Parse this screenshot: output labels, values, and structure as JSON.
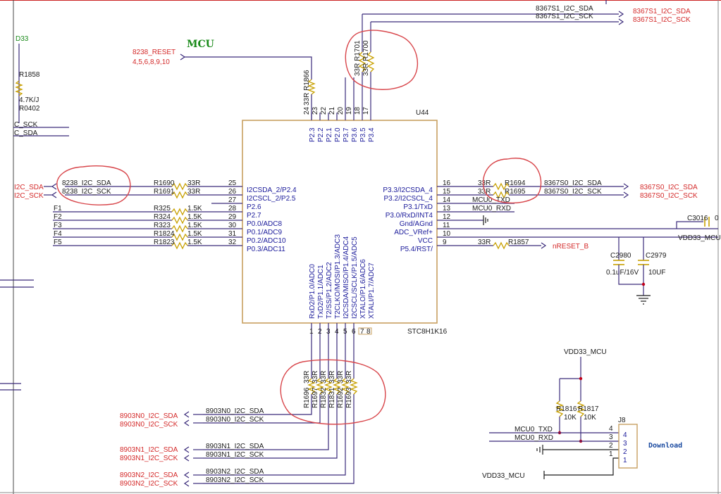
{
  "title": "MCU",
  "chip": {
    "ref": "U44",
    "part": "STC8H1K16",
    "top_pins": [
      {
        "num": "24",
        "name": "P2.3"
      },
      {
        "num": "23",
        "name": "P2.2"
      },
      {
        "num": "22",
        "name": "P2.1"
      },
      {
        "num": "21",
        "name": "P2.0"
      },
      {
        "num": "20",
        "name": "P3.7"
      },
      {
        "num": "19",
        "name": "P3.6"
      },
      {
        "num": "18",
        "name": "P3.5"
      },
      {
        "num": "17",
        "name": "P3.4"
      }
    ],
    "left_pins": [
      {
        "num": "25",
        "name": "I2CSDA_2/P2.4"
      },
      {
        "num": "26",
        "name": "I2CSCL_2/P2.5"
      },
      {
        "num": "27",
        "name": "P2.6"
      },
      {
        "num": "28",
        "name": "P2.7"
      },
      {
        "num": "29",
        "name": "P0.0/ADC8"
      },
      {
        "num": "30",
        "name": "P0.1/ADC9"
      },
      {
        "num": "31",
        "name": "P0.2/ADC10"
      },
      {
        "num": "32",
        "name": "P0.3/ADC11"
      }
    ],
    "right_pins": [
      {
        "num": "16",
        "name": "P3.3/I2CSDA_4"
      },
      {
        "num": "15",
        "name": "P3.2/I2CSCL_4"
      },
      {
        "num": "14",
        "name": "P3.1/TxD"
      },
      {
        "num": "13",
        "name": "P3.0/RxD/INT4"
      },
      {
        "num": "12",
        "name": "Gnd/AGnd"
      },
      {
        "num": "11",
        "name": "ADC_VRef+"
      },
      {
        "num": "10",
        "name": "VCC"
      },
      {
        "num": "9",
        "name": "P5.4/RST/"
      }
    ],
    "bottom_pins": [
      {
        "num": "1",
        "name": "RxD2/P1.0/ADC0"
      },
      {
        "num": "2",
        "name": "TxD2/P1.1/ADC1"
      },
      {
        "num": "3",
        "name": "T2/SS/P1.2/ADC2"
      },
      {
        "num": "4",
        "name": "T2CLKO/MOSI/P1.3/ADC3"
      },
      {
        "num": "5",
        "name": "I2CSDA/MISO/P1.4/ADC4"
      },
      {
        "num": "6",
        "name": "I2CSCL/SCLK/P1.5/ADC5"
      },
      {
        "num": "7",
        "name": "XTALO/P1.6/ADC6"
      },
      {
        "num": "8",
        "name": "XTALI/P1.7/ADC7"
      }
    ]
  },
  "left_resistors": [
    {
      "ref": "R1690",
      "value": "33R",
      "net": "8238_I2C_SDA"
    },
    {
      "ref": "R1691",
      "value": "33R",
      "net": "8238_I2C_SCK"
    },
    {
      "ref": "R325",
      "value": "1.5K",
      "net": "F1"
    },
    {
      "ref": "R324",
      "value": "1.5K",
      "net": "F2"
    },
    {
      "ref": "R323",
      "value": "1.5K",
      "net": "F3"
    },
    {
      "ref": "R1824",
      "value": "1.5K",
      "net": "F4"
    },
    {
      "ref": "R1823",
      "value": "1.5K",
      "net": "F5"
    }
  ],
  "left_edge_ports": [
    "I2C_SDA",
    "I2C_SCK"
  ],
  "left_panel": {
    "net": "D33",
    "ref": "R1858",
    "value": "4.7K/J",
    "pkg": "R0402",
    "lines": [
      "C_SCK",
      "C_SDA"
    ]
  },
  "reset_port": {
    "name": "8238_RESET",
    "pages": "4,5,6,8,9,10"
  },
  "top_resistors": [
    {
      "ref": "R1866",
      "value": "33R"
    },
    {
      "ref": "R1701",
      "value": "33R"
    },
    {
      "ref": "R1700",
      "value": "33R"
    }
  ],
  "top_nets": [
    "8367S1_I2C_SDA",
    "8367S1_I2C_SCK"
  ],
  "top_ports": [
    "8367S1_I2C_SDA",
    "8367S1_I2C_SCK"
  ],
  "right_resistors": [
    {
      "ref": "R1694",
      "value": "33R",
      "net": "8367S0_I2C_SDA"
    },
    {
      "ref": "R1695",
      "value": "33R",
      "net": "8367S0_I2C_SCK"
    },
    {
      "ref": "R1857",
      "value": "33R",
      "net": "nRESET_B"
    }
  ],
  "right_ports": [
    "8367S0_I2C_SDA",
    "8367S0_I2C_SCK"
  ],
  "right_nets": {
    "txd": "MCU0_TXD",
    "rxd": "MCU0_RXD",
    "vdd": "VDD33_MCU"
  },
  "caps": [
    {
      "ref": "C3016",
      "value": "0"
    },
    {
      "ref": "C2980",
      "value": "0.1uF/16V"
    },
    {
      "ref": "C2979",
      "value": "10UF"
    }
  ],
  "bottom_resistors": [
    {
      "ref": "R1696",
      "value": "33R"
    },
    {
      "ref": "R1697",
      "value": "33R"
    },
    {
      "ref": "R1832",
      "value": "33R"
    },
    {
      "ref": "R1831",
      "value": "33R"
    },
    {
      "ref": "R1692",
      "value": "33R"
    },
    {
      "ref": "R1693",
      "value": "33R"
    }
  ],
  "bottom_nets": [
    "8903N0_I2C_SDA",
    "8903N0_I2C_SCK",
    "8903N1_I2C_SDA",
    "8903N1_I2C_SCK",
    "8903N2_I2C_SDA",
    "8903N2_I2C_SCK"
  ],
  "connector": {
    "ref": "J8",
    "label": "Download",
    "vdd": "VDD33_MCU",
    "txd": "MCU0_TXD",
    "rxd": "MCU0_RXD",
    "pins": [
      "4",
      "3",
      "2",
      "1"
    ],
    "pullups": [
      {
        "ref": "R1816",
        "value": "10K"
      },
      {
        "ref": "R1817",
        "value": "10K"
      }
    ],
    "bottom_vdd": "VDD33_MCU"
  },
  "colors": {
    "wire": "#3a2a7a",
    "port": "#d42a2a",
    "resistor": "#c8a000",
    "annotation": "#d8454a",
    "title": "#1a8a1a"
  }
}
